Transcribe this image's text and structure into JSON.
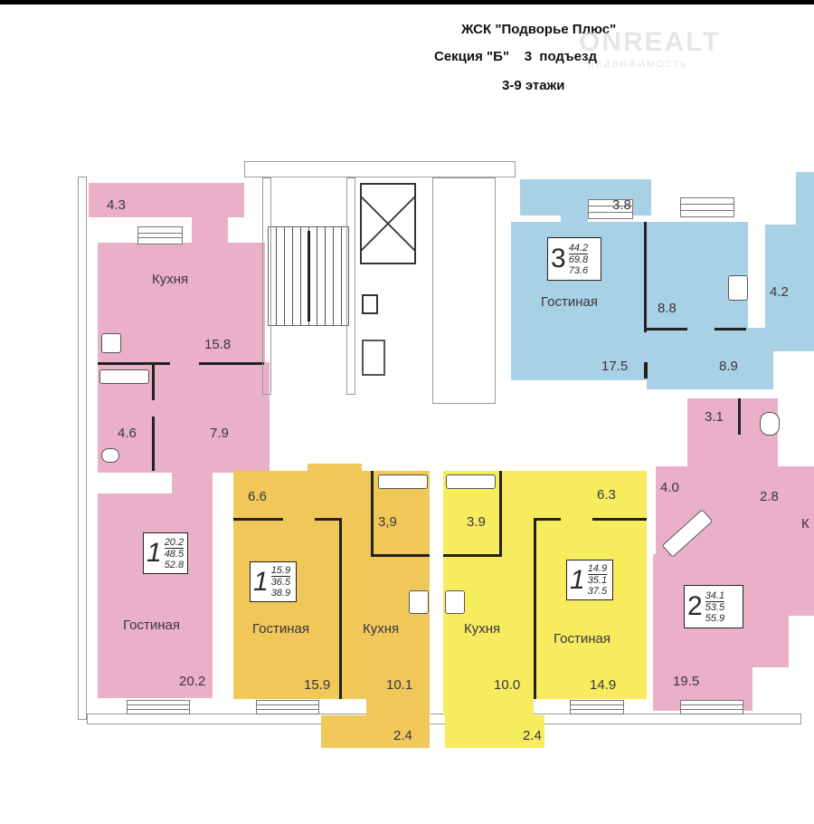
{
  "header": {
    "line1": "ЖСК \"Подворье Плюс\"",
    "line2": "Секция \"Б\"    3  подъезд",
    "line3": "3-9 этажи",
    "watermark": "ONREALT",
    "watermark_sub": "НЕДВИЖИМОСТЬ"
  },
  "colors": {
    "pink": "#eab0c8",
    "blue": "#a9d1e5",
    "gold": "#f0c85a",
    "yellow": "#f6ec5e"
  },
  "apartments": {
    "left_pink": {
      "rooms": 1,
      "living": "20.2",
      "total": "48.5",
      "total_balcony": "52.8",
      "balcony": "4.3",
      "kitchen_label": "Кухня",
      "kitchen": "15.8",
      "bath": "4.6",
      "hall": "7.9",
      "living_label": "Гостиная",
      "living_area": "20.2"
    },
    "gold": {
      "rooms": 1,
      "living": "15.9",
      "total": "36.5",
      "total_balcony": "38.9",
      "hall": "6.6",
      "bath": "3,9",
      "living_label": "Гостиная",
      "living_area": "15.9",
      "kitchen_label": "Кухня",
      "kitchen": "10.1",
      "balcony": "2.4"
    },
    "yellow": {
      "rooms": 1,
      "living": "14.9",
      "total": "35.1",
      "total_balcony": "37.5",
      "hall": "6.3",
      "bath": "3.9",
      "living_label": "Гостиная",
      "living_area": "14.9",
      "kitchen_label": "Кухня",
      "kitchen": "10.0",
      "balcony": "2.4"
    },
    "blue": {
      "rooms": 3,
      "living": "44.2",
      "total": "69.8",
      "total_balcony": "73.6",
      "balcony": "3.8",
      "living_label": "Гостиная",
      "living_area": "17.5",
      "room": "8.8",
      "bath": "4.2",
      "hall": "8.9"
    },
    "right_pink": {
      "rooms": 2,
      "living": "34.1",
      "total": "53.5",
      "total_balcony": "55.9",
      "wc": "3.1",
      "bath": "4.0",
      "hall": "2.8",
      "living_area": "19.5",
      "cut_label": "К"
    }
  }
}
